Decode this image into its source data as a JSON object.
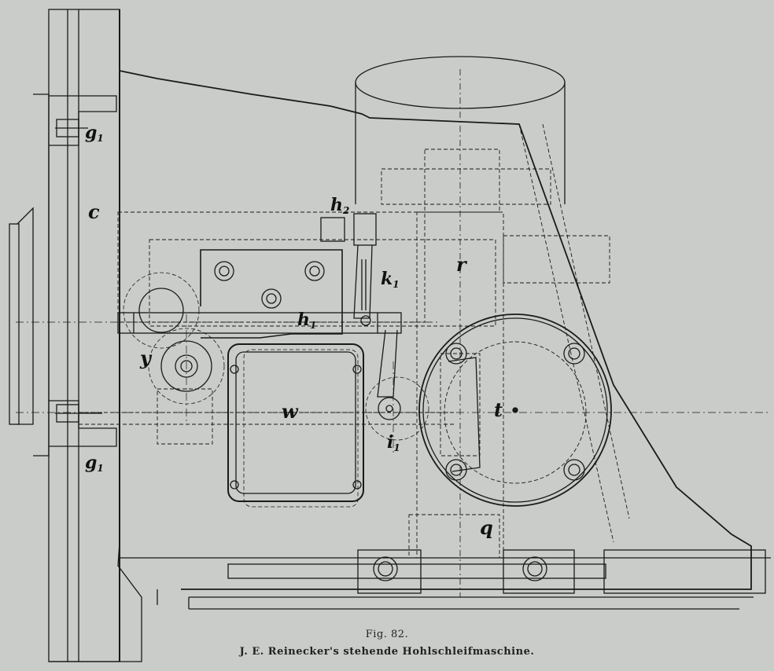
{
  "figure": {
    "number": "Fig. 82.",
    "title": "J. E. Reinecker's stehende Hohlschleifmaschine."
  },
  "labels": {
    "g1_top": {
      "base": "g",
      "sub": "1"
    },
    "c": {
      "base": "c"
    },
    "h2": {
      "base": "h",
      "sub": "2"
    },
    "k1": {
      "base": "k",
      "sub": "1"
    },
    "r": {
      "base": "r"
    },
    "h1": {
      "base": "h",
      "sub": "1"
    },
    "y": {
      "base": "y"
    },
    "w": {
      "base": "w"
    },
    "i1": {
      "base": "i",
      "sub": "1"
    },
    "t": {
      "base": "t"
    },
    "g1_bottom": {
      "base": "g",
      "sub": "1"
    },
    "q": {
      "base": "q"
    }
  },
  "colors": {
    "paper": "#c9ccc8",
    "ink": "#1a1a1a"
  }
}
